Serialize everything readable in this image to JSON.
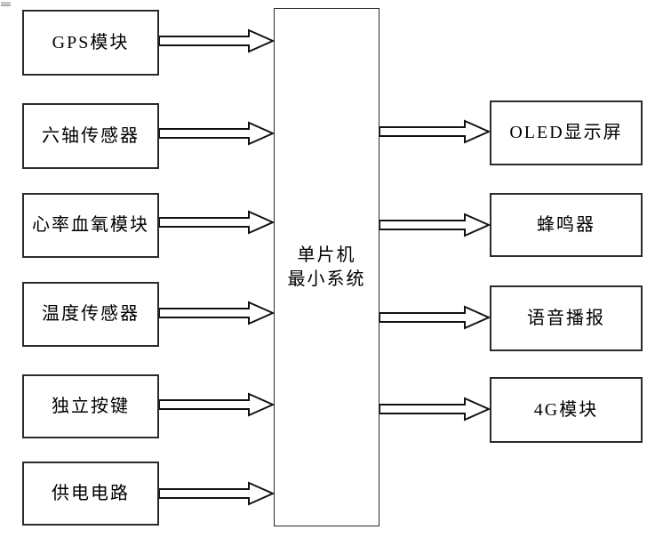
{
  "diagram": {
    "background": "#ffffff",
    "line_color": "#1a1a1a",
    "text_color": "#000000",
    "center_node": {
      "line1": "单片机",
      "line2": "最小系统"
    },
    "left_nodes": [
      {
        "label": "GPS模块"
      },
      {
        "label": "六轴传感器"
      },
      {
        "label": "心率血氧模块"
      },
      {
        "label": "温度传感器"
      },
      {
        "label": "独立按键"
      },
      {
        "label": "供电电路"
      }
    ],
    "right_nodes": [
      {
        "label": "OLED显示屏"
      },
      {
        "label": "蜂鸣器"
      },
      {
        "label": "语音播报"
      },
      {
        "label": "4G模块"
      }
    ],
    "connections": [
      {
        "from": "GPS模块",
        "to": "单片机最小系统"
      },
      {
        "from": "六轴传感器",
        "to": "单片机最小系统"
      },
      {
        "from": "心率血氧模块",
        "to": "单片机最小系统"
      },
      {
        "from": "温度传感器",
        "to": "单片机最小系统"
      },
      {
        "from": "独立按键",
        "to": "单片机最小系统"
      },
      {
        "from": "供电电路",
        "to": "单片机最小系统"
      },
      {
        "from": "单片机最小系统",
        "to": "OLED显示屏"
      },
      {
        "from": "单片机最小系统",
        "to": "蜂鸣器"
      },
      {
        "from": "单片机最小系统",
        "to": "语音播报"
      },
      {
        "from": "单片机最小系统",
        "to": "4G模块"
      }
    ]
  }
}
